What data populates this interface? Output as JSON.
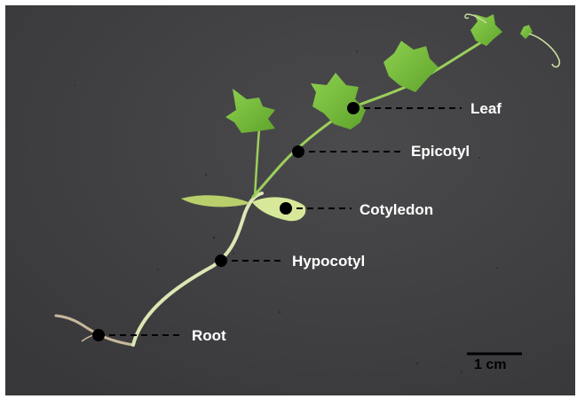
{
  "figure": {
    "labels": {
      "leaf": "Leaf",
      "epicotyl": "Epicotyl",
      "cotyledon": "Cotyledon",
      "hypocotyl": "Hypocotyl",
      "root": "Root"
    },
    "scale_bar": {
      "label": "1 cm"
    },
    "colors": {
      "background": "#3f3f41",
      "leaf": "#7cc242",
      "stem": "#d8e6b0",
      "marker": "#000000",
      "label_text": "#ffffff"
    }
  }
}
